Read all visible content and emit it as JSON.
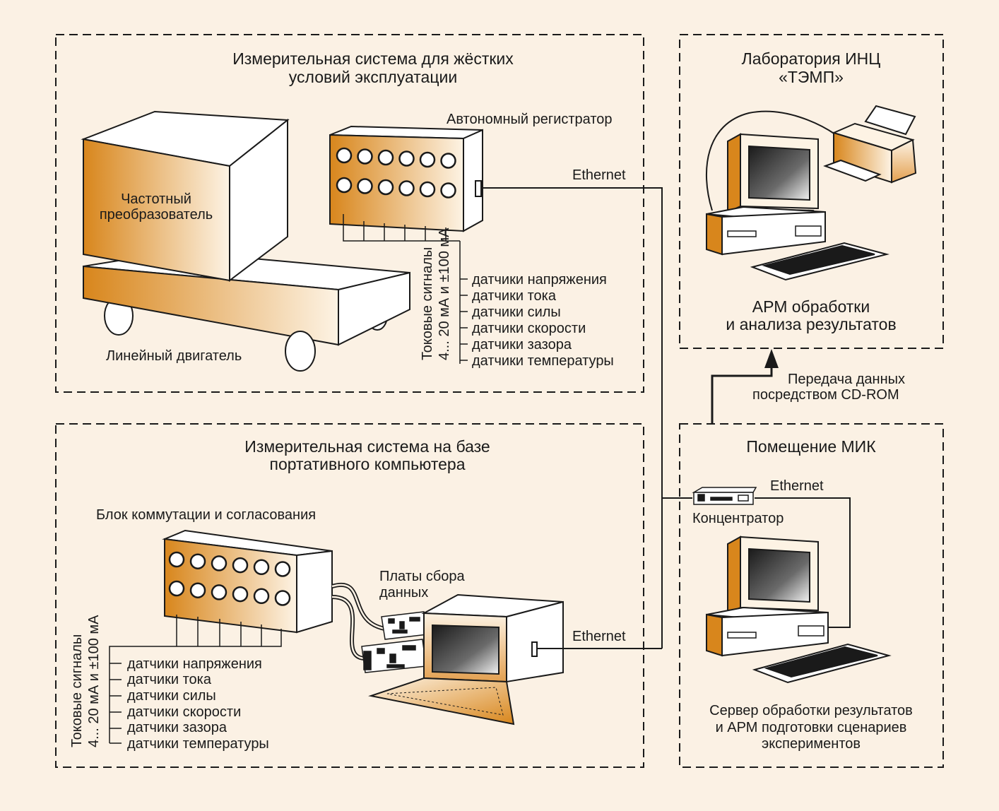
{
  "colors": {
    "background": "#fbf1e4",
    "accent": "#d8861c",
    "outline": "#1a1a1a"
  },
  "panel_harsh": {
    "title_line1": "Измерительная система для жёстких",
    "title_line2": "условий эксплуатации",
    "converter_line1": "Частотный",
    "converter_line2": "преобразователь",
    "motor_label": "Линейный двигатель",
    "logger_label": "Автономный регистратор",
    "ethernet_label": "Ethernet",
    "signals_line1": "Токовые сигналы",
    "signals_line2": "4... 20 мА и ±100 мА",
    "sensors": [
      "датчики напряжения",
      "датчики тока",
      "датчики силы",
      "датчики скорости",
      "датчики зазора",
      "датчики температуры"
    ]
  },
  "panel_laptop": {
    "title_line1": "Измерительная система на базе",
    "title_line2": "портативного компьютера",
    "switch_block_label": "Блок коммутации и согласования",
    "boards_line1": "Платы сбора",
    "boards_line2": "данных",
    "ethernet_label": "Ethernet",
    "signals_line1": "Токовые сигналы",
    "signals_line2": "4... 20 мА и ±100 мА",
    "sensors": [
      "датчики напряжения",
      "датчики тока",
      "датчики силы",
      "датчики скорости",
      "датчики зазора",
      "датчики температуры"
    ]
  },
  "panel_lab": {
    "title_line1": "Лаборатория ИНЦ",
    "title_line2": "«ТЭМП»",
    "caption_line1": "АРМ обработки",
    "caption_line2": "и анализа результатов"
  },
  "transfer": {
    "line1": "Передача данных",
    "line2": "посредством CD-ROM"
  },
  "panel_mik": {
    "title": "Помещение МИК",
    "ethernet_label": "Ethernet",
    "hub_label": "Концентратор",
    "caption_line1": "Сервер обработки результатов",
    "caption_line2": "и АРМ подготовки сценариев",
    "caption_line3": "экспериментов"
  }
}
